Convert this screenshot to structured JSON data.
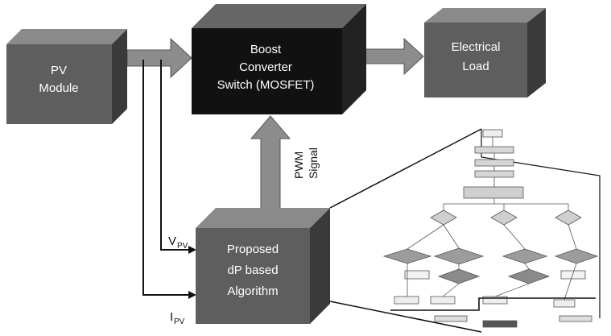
{
  "blocks": {
    "pv_module": {
      "line1": "PV",
      "line2": "Module"
    },
    "boost_converter": {
      "line1": "Boost",
      "line2": "Converter",
      "line3": "Switch (MOSFET)"
    },
    "electrical_load": {
      "line1": "Electrical",
      "line2": "Load"
    },
    "algorithm": {
      "line1": "Proposed",
      "line2": "dP based",
      "line3": "Algorithm"
    }
  },
  "signals": {
    "pwm_line1": "PWM",
    "pwm_line2": "Signal",
    "vpv_main": "V",
    "vpv_sub": "PV",
    "ipv_main": "I",
    "ipv_sub": "PV"
  },
  "colors": {
    "block_dark": "#111111",
    "block_mid": "#5e5e5e",
    "block_top": "#8a8a8a",
    "block_side": "#3a3a3a",
    "arrow": "#8c8c8c"
  }
}
